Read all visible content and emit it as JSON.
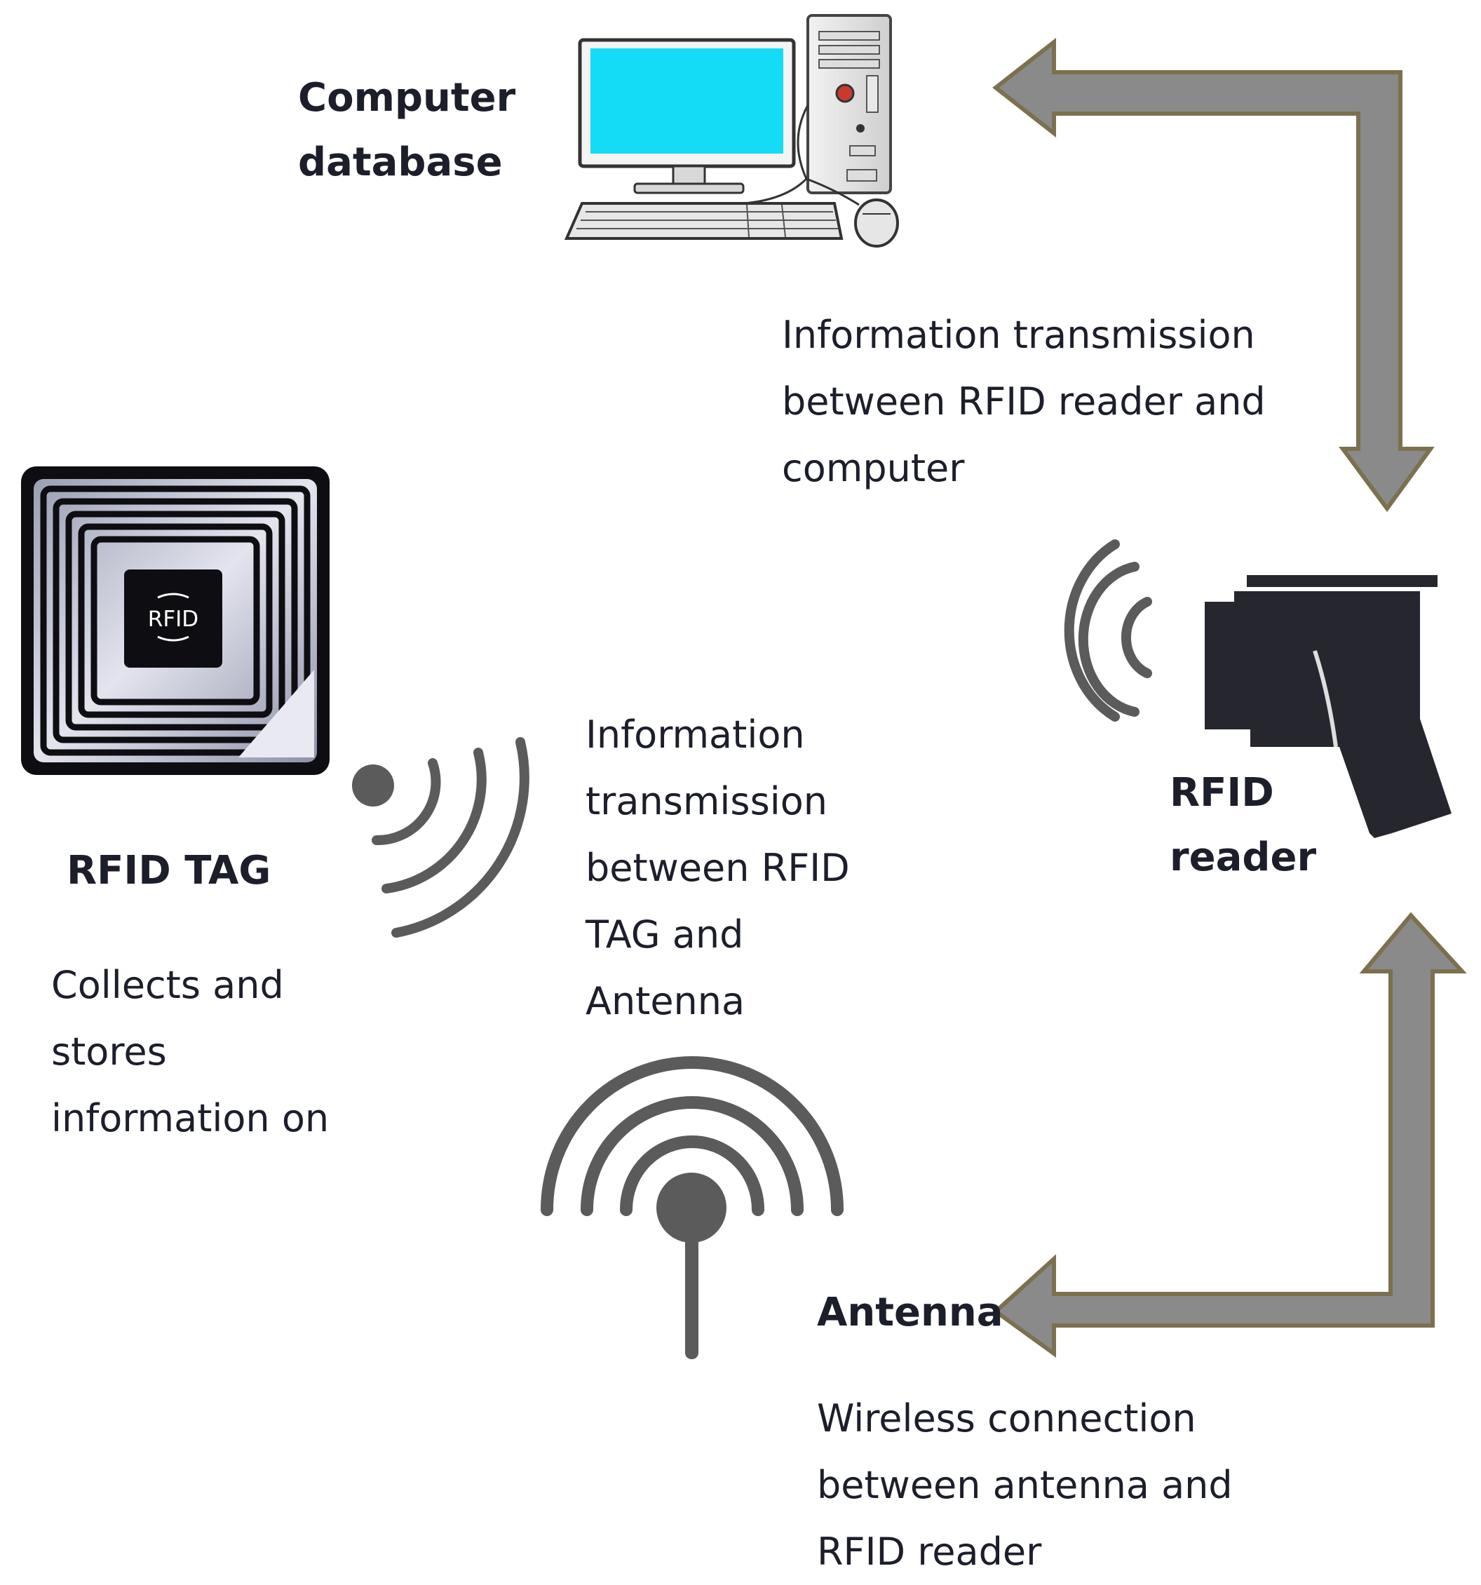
{
  "labels": {
    "computer": [
      "Computer",
      "database"
    ],
    "rfid_tag": "RFID TAG",
    "tag_desc": [
      "Collects and",
      "stores",
      "information on"
    ],
    "reader": [
      "RFID",
      "reader"
    ],
    "antenna": "Antenna"
  },
  "transmissions": {
    "reader_computer": [
      "Information transmission",
      "between RFID reader and",
      "computer"
    ],
    "tag_antenna": [
      "Information",
      "transmission",
      "between RFID",
      "TAG and",
      "Antenna"
    ],
    "antenna_reader": [
      "Wireless connection",
      "between antenna and",
      "RFID reader"
    ]
  },
  "tag_chip_text": "RFID",
  "colors": {
    "arrow_fill": "#8a8a8a",
    "arrow_outline": "#7c704e",
    "signal": "#5b5b5b",
    "screen": "#14dcf7",
    "reader_body": "#26262e",
    "text": "#1c1f2b"
  },
  "icons": [
    "computer-icon",
    "rfid-tag-icon",
    "signal-waves-icon",
    "rfid-reader-icon",
    "antenna-icon",
    "arrow-icon"
  ]
}
